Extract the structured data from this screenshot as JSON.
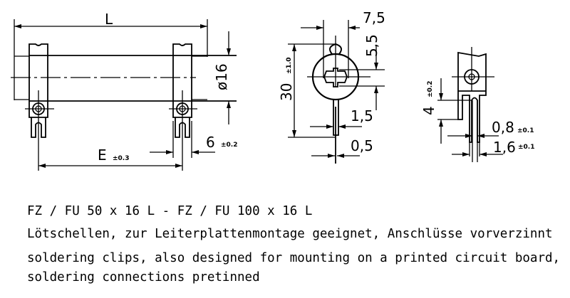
{
  "dimensions": {
    "length": "L",
    "diameter": "ø16",
    "clip_distance": "E",
    "clip_distance_tol": "±0.3",
    "clip_width": "6",
    "clip_width_tol": "±0.2",
    "tab_width": "7,5",
    "tab_height": "5,5",
    "overall_height": "30",
    "overall_height_tol": "±1.0",
    "lead_width": "1,5",
    "lead_thickness": "0,5",
    "slot_depth": "4",
    "slot_depth_tol": "±0.2",
    "slot_width": "0,8",
    "slot_width_tol": "±0.1",
    "prong_width": "1,6",
    "prong_width_tol": "±0.1"
  },
  "caption": {
    "line1": "FZ / FU 50 x 16 L -  FZ / FU 100 x 16 L",
    "line2": "Lötschellen, zur Leiterplattenmontage geeignet, Anschlüsse vorverzinnt",
    "line3": "soldering clips, also designed for mounting on a printed circuit board,",
    "line4": "soldering connections pretinned"
  }
}
